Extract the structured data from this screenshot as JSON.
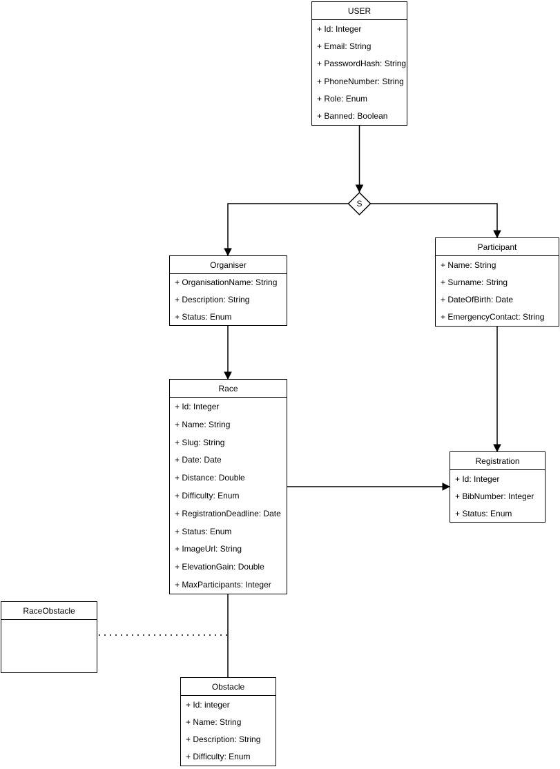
{
  "diagram": {
    "type": "uml-class-diagram",
    "specialization": {
      "label": "S"
    },
    "colors": {
      "stroke": "#000000",
      "fill": "#ffffff",
      "text": "#000000"
    },
    "classes": {
      "user": {
        "title": "USER",
        "attributes": [
          "+ Id: Integer",
          "+ Email: String",
          "+ PasswordHash: String",
          "+ PhoneNumber: String",
          "+ Role: Enum",
          "+ Banned: Boolean"
        ]
      },
      "organiser": {
        "title": "Organiser",
        "attributes": [
          "+ OrganisationName: String",
          "+ Description: String",
          "+ Status: Enum"
        ]
      },
      "participant": {
        "title": "Participant",
        "attributes": [
          "+ Name: String",
          "+ Surname: String",
          "+ DateOfBirth: Date",
          "+ EmergencyContact: String"
        ]
      },
      "race": {
        "title": "Race",
        "attributes": [
          "+ Id: Integer",
          "+ Name: String",
          "+ Slug: String",
          "+ Date: Date",
          "+ Distance: Double",
          "+ Difficulty: Enum",
          "+ RegistrationDeadline: Date",
          "+ Status: Enum",
          "+ ImageUrl: String",
          "+ ElevationGain: Double",
          "+ MaxParticipants: Integer"
        ]
      },
      "registration": {
        "title": "Registration",
        "attributes": [
          "+ Id: Integer",
          "+ BibNumber: Integer",
          "+ Status: Enum"
        ]
      },
      "raceObstacle": {
        "title": "RaceObstacle",
        "attributes": []
      },
      "obstacle": {
        "title": "Obstacle",
        "attributes": [
          "+ Id: integer",
          "+ Name: String",
          "+ Description: String",
          "+ Difficulty: Enum"
        ]
      }
    }
  }
}
